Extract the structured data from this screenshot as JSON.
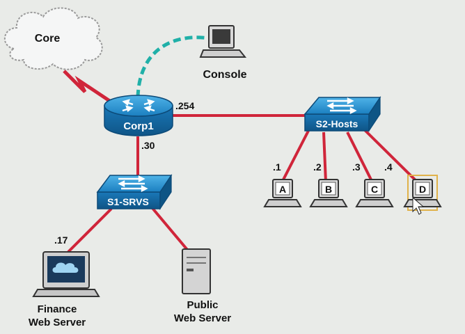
{
  "diagram": {
    "cloud_label": "Core",
    "console_label": "Console",
    "router_label": "Corp1",
    "router_ip_right": ".254",
    "router_ip_bottom": ".30",
    "switch_hosts_label": "S2-Hosts",
    "switch_servers_label": "S1-SRVS",
    "host_a_label": "A",
    "host_b_label": "B",
    "host_c_label": "C",
    "host_d_label": "D",
    "host_a_ip": ".1",
    "host_b_ip": ".2",
    "host_c_ip": ".3",
    "host_d_ip": ".4",
    "finance_ip": ".17",
    "finance_label_line1": "Finance",
    "finance_label_line2": "Web Server",
    "public_label_line1": "Public",
    "public_label_line2": "Web Server"
  },
  "colors": {
    "link": "#d0253a",
    "console_link": "#20b0a8",
    "device_blue": "#1f86c8",
    "device_dark": "#14608f"
  }
}
